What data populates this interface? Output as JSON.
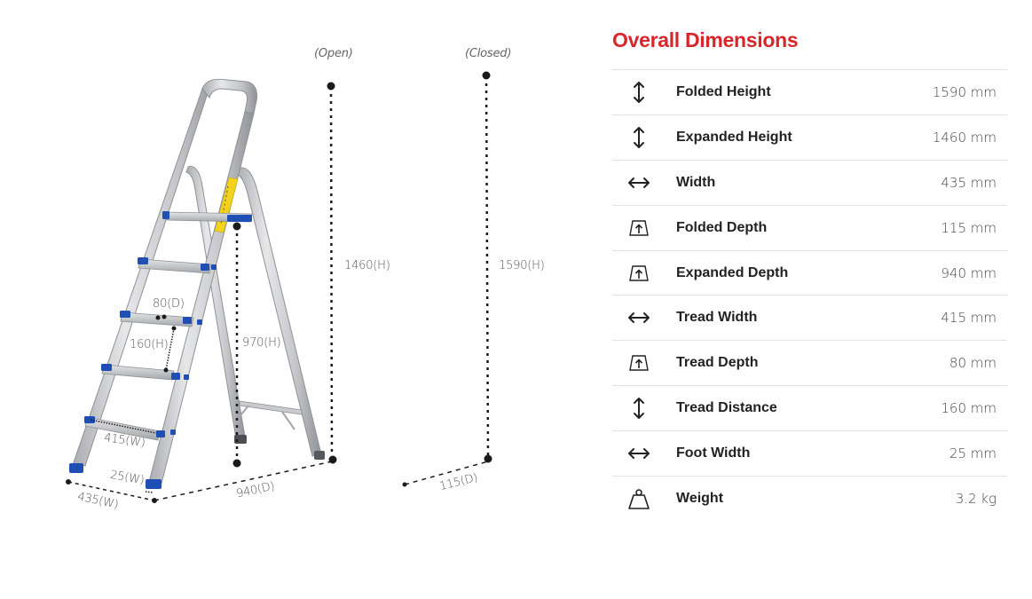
{
  "illustration": {
    "open_label": "(Open)",
    "closed_label": "(Closed)",
    "dims": {
      "open_height": "1460(H)",
      "closed_height": "1590(H)",
      "platform_height": "970(H)",
      "tread_depth": "80(D)",
      "tread_distance": "160(H)",
      "tread_width": "415(W)",
      "foot_width": "25(W)",
      "overall_width": "435(W)",
      "expanded_depth": "940(D)",
      "folded_depth": "115(D)"
    },
    "colors": {
      "aluminum": "#c9cbce",
      "aluminum_dark": "#9a9da1",
      "cap_blue": "#1f4fb4",
      "label_yellow": "#f2d21b",
      "dim_line": "#1a1a1a"
    }
  },
  "specs": {
    "title": "Overall Dimensions",
    "title_color": "#d9262a",
    "rows": [
      {
        "icon": "vertical-arrow-icon",
        "label": "Folded Height",
        "value": "1590 mm"
      },
      {
        "icon": "vertical-arrow-icon",
        "label": "Expanded Height",
        "value": "1460 mm"
      },
      {
        "icon": "horizontal-arrow-icon",
        "label": "Width",
        "value": "435 mm"
      },
      {
        "icon": "depth-icon",
        "label": "Folded Depth",
        "value": "115 mm"
      },
      {
        "icon": "depth-icon",
        "label": "Expanded Depth",
        "value": "940 mm"
      },
      {
        "icon": "horizontal-arrow-icon",
        "label": "Tread Width",
        "value": "415 mm"
      },
      {
        "icon": "depth-icon",
        "label": "Tread Depth",
        "value": "80 mm"
      },
      {
        "icon": "vertical-arrow-icon",
        "label": "Tread Distance",
        "value": "160 mm"
      },
      {
        "icon": "horizontal-arrow-icon",
        "label": "Foot Width",
        "value": "25 mm"
      },
      {
        "icon": "weight-icon",
        "label": "Weight",
        "value": "3.2 kg"
      }
    ]
  }
}
